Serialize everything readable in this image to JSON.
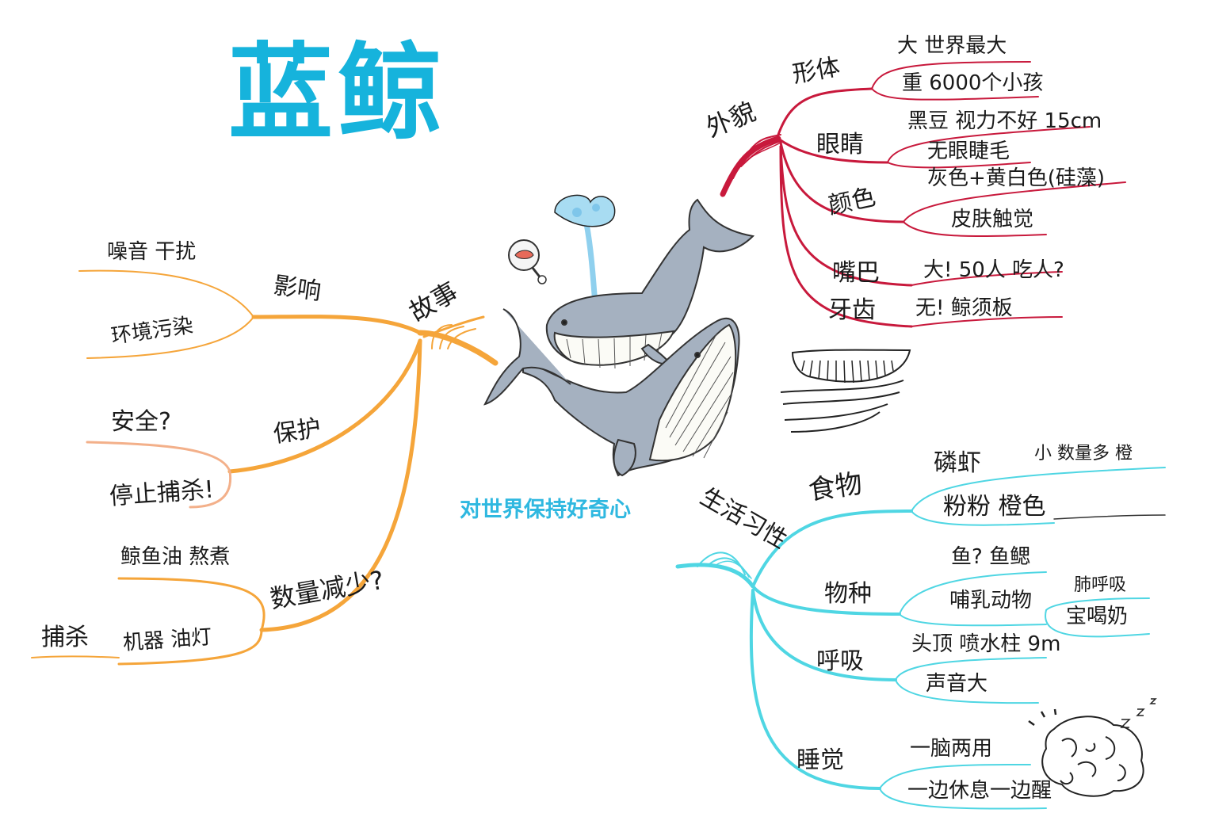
{
  "title": "蓝鲸",
  "center": {
    "slogan": "对世界保持好奇心"
  },
  "colors": {
    "title": "#16b3dc",
    "appearance_branch": "#c8193c",
    "story_branch": "#f5a53a",
    "habit_branch": "#4fd6e3",
    "whale_body": "#a5b1c0",
    "whale_outline": "#333333",
    "water_spout": "#8fd0ee"
  },
  "icons": [
    "whale-illustration",
    "water-spout-icon",
    "magnifier-icon",
    "baleen-sketch-icon",
    "sleeping-brain-icon"
  ],
  "branches": {
    "appearance": {
      "label": "外貌",
      "children": [
        {
          "label": "形体",
          "items": [
            "大 世界最大",
            "重 6000个小孩"
          ]
        },
        {
          "label": "眼睛",
          "items": [
            "黑豆 视力不好 15cm",
            "无眼睫毛"
          ]
        },
        {
          "label": "颜色",
          "items": [
            "灰色+黄白色(硅藻)",
            "皮肤触觉"
          ]
        },
        {
          "label": "嘴巴",
          "items": [
            "大! 50人 吃人?"
          ]
        },
        {
          "label": "牙齿",
          "items": [
            "无! 鲸须板"
          ]
        }
      ]
    },
    "story": {
      "label": "故事",
      "children": [
        {
          "label": "影响",
          "items": [
            "噪音 干扰",
            "环境污染"
          ]
        },
        {
          "label": "保护",
          "items": [
            "安全?",
            "停止捕杀!"
          ]
        },
        {
          "label": "数量减少?",
          "items": [
            "鲸鱼油 熬煮",
            "机器 油灯"
          ],
          "sub_label": "捕杀"
        }
      ]
    },
    "habits": {
      "label": "生活习性",
      "children": [
        {
          "label": "食物",
          "items": [
            "磷虾",
            "粉粉 橙色"
          ],
          "sub_items": [
            "小 数量多 橙"
          ]
        },
        {
          "label": "物种",
          "items": [
            "鱼? 鱼鳃",
            "哺乳动物"
          ],
          "sub_items": [
            "肺呼吸",
            "宝喝奶"
          ]
        },
        {
          "label": "呼吸",
          "items": [
            "头顶 喷水柱 9m",
            "声音大"
          ]
        },
        {
          "label": "睡觉",
          "items": [
            "一脑两用",
            "一边休息一边醒"
          ]
        }
      ]
    }
  }
}
